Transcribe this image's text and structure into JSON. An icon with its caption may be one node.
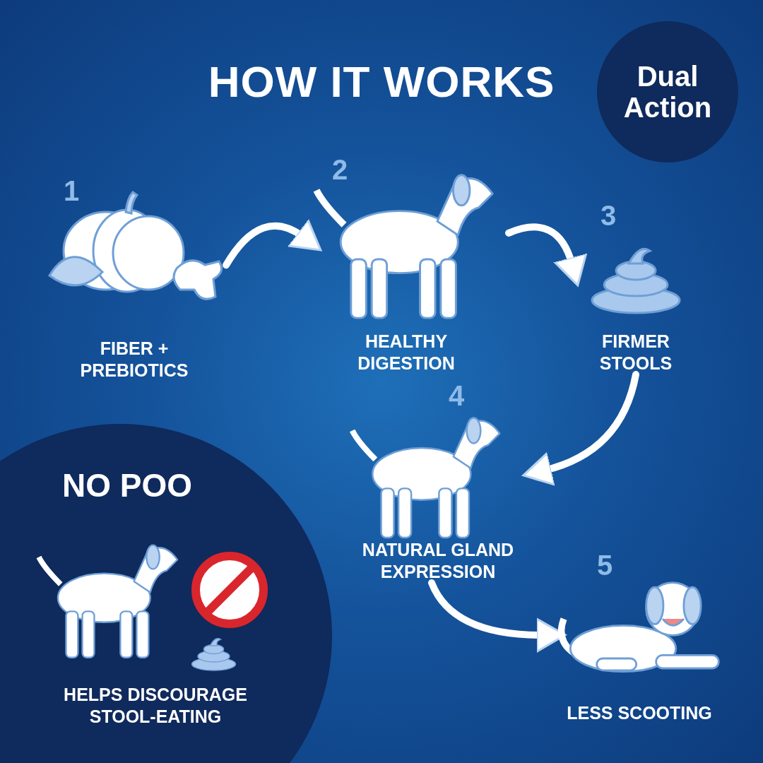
{
  "diagram": {
    "title": "HOW IT WORKS",
    "nodes": [
      {
        "text": [
          "Dual Action"
        ]
      },
      {
        "text": [
          "1",
          "FIBER + PREBIOTICS"
        ]
      },
      {
        "text": [
          "2",
          "HEALTHY DIGESTION"
        ]
      },
      {
        "text": [
          "3",
          "FIRMER STOOLS"
        ]
      },
      {
        "text": [
          "4",
          "NATURAL GLAND EXPRESSION"
        ]
      },
      {
        "text": [
          "5",
          "LESS SCOOTING"
        ]
      },
      {
        "text": [
          "NO POO",
          "HELPS DISCOURAGE STOOL-EATING"
        ]
      }
    ],
    "edges": [
      {
        "from": 1,
        "to": 2,
        "arrow": "to"
      },
      {
        "from": 2,
        "to": 3,
        "arrow": "to"
      },
      {
        "from": 3,
        "to": 4,
        "arrow": "to"
      },
      {
        "from": 4,
        "to": 5,
        "arrow": "to"
      }
    ]
  }
}
